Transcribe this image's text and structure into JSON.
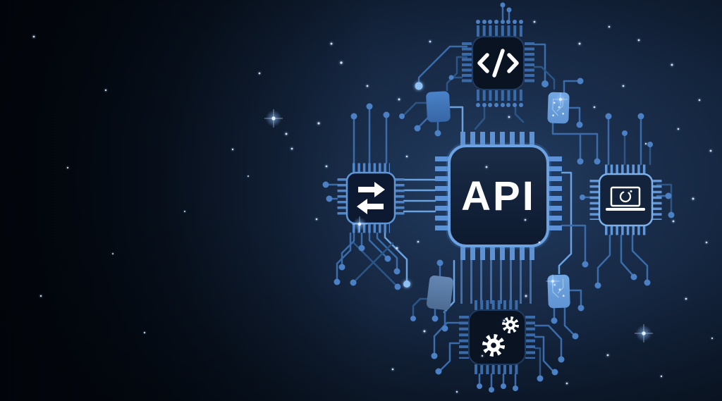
{
  "scene": {
    "description": "API circuit board concept illustration on dark blue background",
    "api_label": "API",
    "colors": {
      "bg_center": "#1d3250",
      "bg_mid": "#152640",
      "bg_edge": "#050b14",
      "bg_left": "#01040a",
      "trace": "#3b6ca9",
      "trace_bright": "#6aa2e0",
      "trace_dark": "#2c5585",
      "pin_center": "#5d93d6",
      "pin_dark": "#3a6ba8",
      "pin_left": "#4f85ca",
      "pin_right": "#5f97da",
      "node": "#4c80c4",
      "node_bright": "#8fc0f4",
      "chip_fill_dark": "#0a1322",
      "chip_border_center": "#6da2e2",
      "chip_border_left": "#5e95d6",
      "chip_border_right": "#7db0e8",
      "chip_border_dark": "#223c60",
      "square_solid": "#4077bd",
      "square_light": "#6ba1dd",
      "square_gray": "#5e85b2",
      "icon_white": "#ffffff"
    },
    "chips": [
      {
        "id": "chip-code",
        "icon": "code-icon",
        "position": "top"
      },
      {
        "id": "chip-transfer",
        "icon": "transfer-arrows-icon",
        "position": "left"
      },
      {
        "id": "chip-api",
        "icon": "api-label",
        "position": "center",
        "label": "API"
      },
      {
        "id": "chip-display",
        "icon": "laptop-sync-icon",
        "position": "right"
      },
      {
        "id": "chip-gears",
        "icon": "gears-icon",
        "position": "bottom"
      }
    ],
    "nodes": [
      [
        678,
        31,
        3,
        0
      ],
      [
        687,
        31,
        3,
        0
      ],
      [
        695,
        31,
        3,
        0
      ],
      [
        704,
        31,
        3,
        0
      ],
      [
        713,
        31,
        3,
        0
      ],
      [
        721,
        31,
        3,
        0
      ],
      [
        730,
        31,
        3,
        0
      ],
      [
        739,
        31,
        3,
        0
      ],
      [
        678,
        149,
        3,
        0
      ],
      [
        687,
        149,
        3,
        0
      ],
      [
        695,
        149,
        3,
        0
      ],
      [
        704,
        149,
        3,
        0
      ],
      [
        713,
        149,
        3,
        0
      ],
      [
        721,
        149,
        3,
        0
      ],
      [
        730,
        149,
        3,
        0
      ],
      [
        739,
        149,
        3,
        0
      ],
      [
        713,
        7,
        3.5,
        0
      ],
      [
        722,
        14,
        3.5,
        0
      ],
      [
        594,
        122,
        5.5,
        1
      ],
      [
        640,
        110,
        3.5,
        0
      ],
      [
        570,
        165,
        4,
        0
      ],
      [
        592,
        182,
        4.5,
        0
      ],
      [
        621,
        189,
        4.5,
        0
      ],
      [
        773,
        119,
        5,
        0
      ],
      [
        823,
        115,
        4.5,
        0
      ],
      [
        822,
        177,
        4.5,
        0
      ],
      [
        847,
        229,
        4.5,
        0
      ],
      [
        823,
        229,
        4.5,
        0
      ],
      [
        863,
        165,
        4.5,
        0
      ],
      [
        909,
        165,
        4.5,
        0
      ],
      [
        886,
        189,
        4,
        0
      ],
      [
        922,
        205,
        4,
        0
      ],
      [
        826,
        280,
        4,
        0
      ],
      [
        948,
        278,
        4.5,
        0
      ],
      [
        952,
        305,
        4.5,
        0
      ],
      [
        830,
        375,
        4.5,
        0
      ],
      [
        848,
        405,
        4.5,
        0
      ],
      [
        899,
        393,
        4.5,
        0
      ],
      [
        918,
        401,
        4.5,
        0
      ],
      [
        502,
        165,
        4.5,
        0
      ],
      [
        524,
        151,
        4.5,
        0
      ],
      [
        548,
        163,
        4.5,
        0
      ],
      [
        462,
        262,
        4.5,
        0
      ],
      [
        467,
        282,
        4.5,
        0
      ],
      [
        478,
        400,
        4.5,
        0
      ],
      [
        485,
        379,
        4.5,
        0
      ],
      [
        513,
        352,
        4.5,
        0
      ],
      [
        550,
        367,
        4.5,
        0
      ],
      [
        563,
        385,
        4.5,
        0
      ],
      [
        577,
        403,
        5,
        1
      ],
      [
        564,
        407,
        4.5,
        0
      ],
      [
        501,
        401,
        4.5,
        0
      ],
      [
        624,
        373,
        4.5,
        0
      ],
      [
        617,
        452,
        4.5,
        0
      ],
      [
        631,
        466,
        4.5,
        0
      ],
      [
        586,
        452,
        4,
        0
      ],
      [
        786,
        455,
        4.5,
        0
      ],
      [
        816,
        477,
        4.5,
        0
      ],
      [
        824,
        437,
        4.5,
        0
      ],
      [
        616,
        505,
        4.5,
        0
      ],
      [
        622,
        527,
        4.5,
        0
      ],
      [
        680,
        548,
        4,
        0
      ],
      [
        697,
        553,
        4,
        0
      ],
      [
        714,
        548,
        4,
        0
      ],
      [
        731,
        551,
        4,
        0
      ],
      [
        796,
        510,
        4.5,
        0
      ],
      [
        787,
        528,
        4.5,
        0
      ],
      [
        766,
        537,
        4.5,
        0
      ]
    ],
    "stars": [
      [
        48,
        52,
        1.4,
        0
      ],
      [
        150,
        128,
        1.2,
        0
      ],
      [
        96,
        238,
        1.1,
        0
      ],
      [
        58,
        420,
        1.2,
        0
      ],
      [
        205,
        472,
        1.1,
        0
      ],
      [
        262,
        300,
        1.0,
        0
      ],
      [
        330,
        212,
        1.2,
        0
      ],
      [
        368,
        104,
        1.3,
        0
      ],
      [
        388,
        168,
        2.6,
        1
      ],
      [
        406,
        190,
        1.5,
        0
      ],
      [
        452,
        175,
        1.6,
        0
      ],
      [
        414,
        211,
        1.4,
        0
      ],
      [
        352,
        250,
        1.0,
        0
      ],
      [
        160,
        360,
        1.0,
        0
      ],
      [
        470,
        62,
        1.5,
        0
      ],
      [
        484,
        89,
        1.7,
        0
      ],
      [
        521,
        122,
        1.4,
        0
      ],
      [
        566,
        141,
        1.5,
        0
      ],
      [
        610,
        59,
        1.4,
        0
      ],
      [
        577,
        222,
        1.3,
        0
      ],
      [
        463,
        236,
        1.4,
        0
      ],
      [
        449,
        311,
        1.3,
        0
      ],
      [
        510,
        318,
        2.2,
        1
      ],
      [
        563,
        352,
        1.5,
        0
      ],
      [
        593,
        343,
        1.3,
        0
      ],
      [
        602,
        470,
        1.5,
        0
      ],
      [
        557,
        524,
        1.3,
        0
      ],
      [
        648,
        556,
        1.2,
        0
      ],
      [
        690,
        237,
        1.4,
        0
      ],
      [
        745,
        312,
        1.3,
        0
      ],
      [
        722,
        166,
        1.4,
        0
      ],
      [
        728,
        96,
        1.2,
        0
      ],
      [
        795,
        141,
        2.0,
        1
      ],
      [
        784,
        399,
        1.9,
        1
      ],
      [
        715,
        455,
        1.4,
        0
      ],
      [
        684,
        505,
        1.2,
        0
      ],
      [
        758,
        31,
        1.4,
        0
      ],
      [
        822,
        62,
        1.5,
        0
      ],
      [
        864,
        38,
        1.3,
        0
      ],
      [
        906,
        57,
        1.4,
        0
      ],
      [
        953,
        92,
        1.5,
        0
      ],
      [
        992,
        142,
        1.3,
        0
      ],
      [
        1008,
        214,
        1.4,
        0
      ],
      [
        962,
        183,
        1.3,
        0
      ],
      [
        884,
        122,
        1.4,
        0
      ],
      [
        843,
        152,
        1.3,
        0
      ],
      [
        916,
        204,
        1.2,
        0
      ],
      [
        983,
        282,
        1.5,
        0
      ],
      [
        1002,
        344,
        1.3,
        0
      ],
      [
        955,
        314,
        1.4,
        0
      ],
      [
        973,
        424,
        1.4,
        0
      ],
      [
        913,
        473,
        2.6,
        1
      ],
      [
        862,
        504,
        1.4,
        0
      ],
      [
        804,
        544,
        1.3,
        0
      ],
      [
        746,
        420,
        1.5,
        0
      ],
      [
        765,
        344,
        1.2,
        0
      ],
      [
        938,
        534,
        1.2,
        0
      ],
      [
        1010,
        480,
        1.1,
        0
      ]
    ]
  }
}
